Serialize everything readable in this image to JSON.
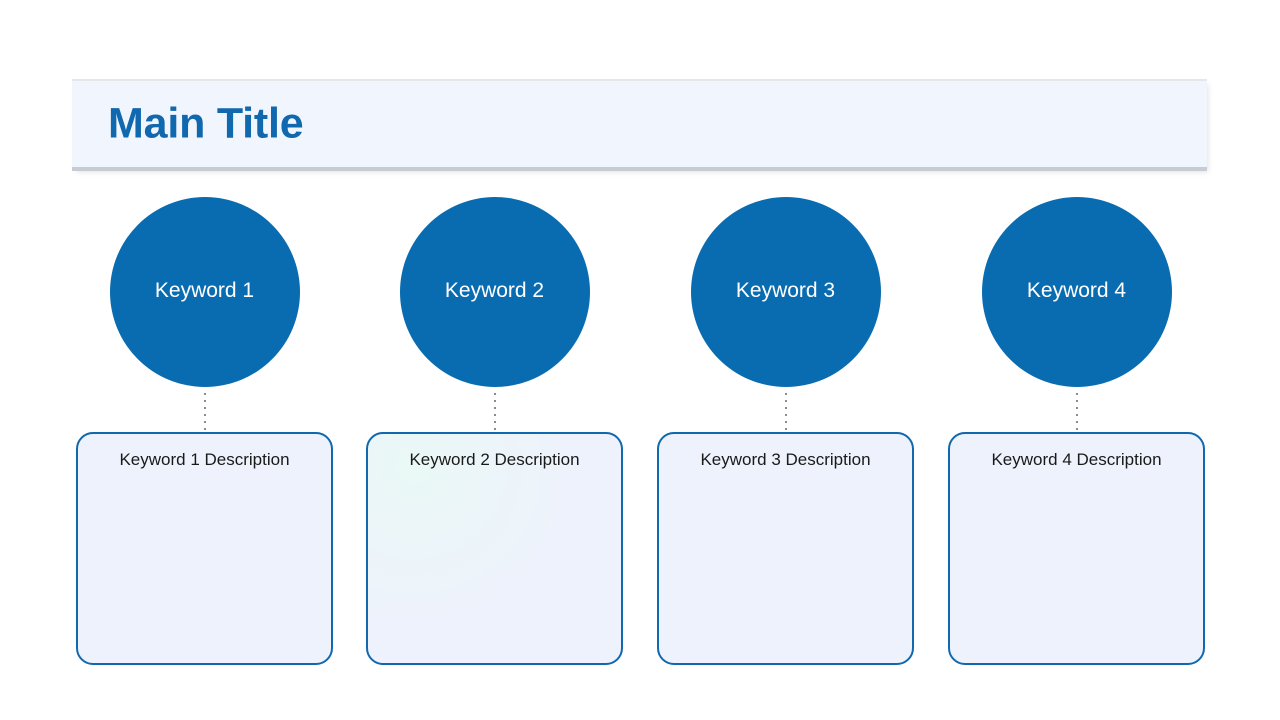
{
  "header": {
    "title": "Main Title",
    "title_color": "#1068ae",
    "banner_background": "#f1f5fd"
  },
  "theme": {
    "accent": "#0a6cb0",
    "box_border": "#1068ae",
    "box_fill": "#eef2fc",
    "connector": "#8c8c8c",
    "page_background": "#ffffff"
  },
  "columns": [
    {
      "keyword": "Keyword 1",
      "description": "Keyword 1 Description",
      "tinted": false
    },
    {
      "keyword": "Keyword 2",
      "description": "Keyword 2 Description",
      "tinted": true
    },
    {
      "keyword": "Keyword 3",
      "description": "Keyword 3 Description",
      "tinted": false
    },
    {
      "keyword": "Keyword 4",
      "description": "Keyword 4 Description",
      "tinted": false
    }
  ]
}
